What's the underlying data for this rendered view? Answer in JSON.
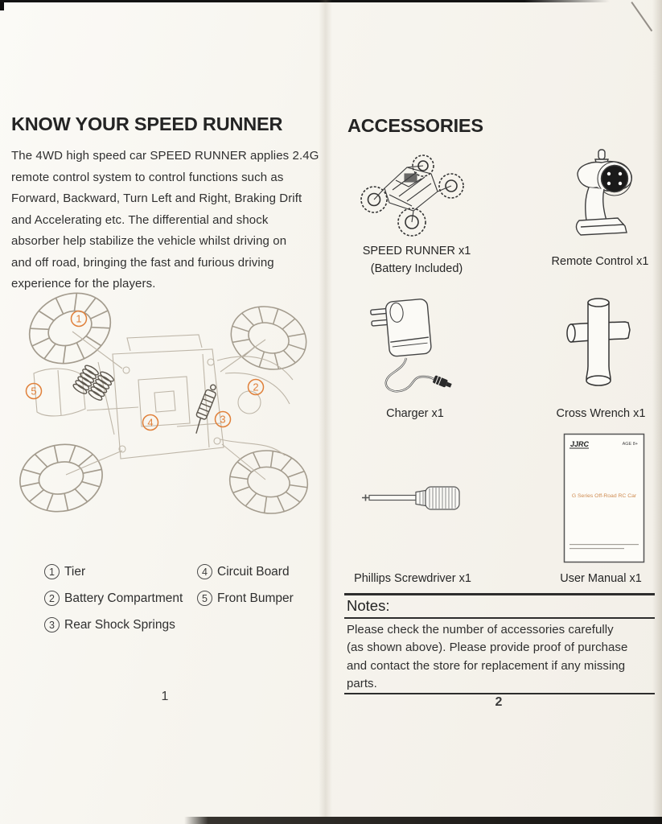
{
  "colors": {
    "accent_orange": "#e0803a",
    "paper": "#f6f4ee",
    "ink": "#2c2c2c",
    "manual_cover_title_orange": "#cf8c52"
  },
  "left_page": {
    "title": "KNOW YOUR SPEED RUNNER",
    "intro_lines": [
      "The 4WD high speed car SPEED RUNNER applies 2.4G",
      "remote control system to control functions such as",
      "Forward, Backward, Turn Left and Right, Braking Drift",
      "and Accelerating etc. The differential and shock",
      "absorber help stabilize the vehicle whilst driving on",
      "and off road, bringing the fast and furious driving",
      "experience for the players.",
      "The 4WD high speed car SPEED RUNNER applies 2.4G remote control system to control functions such as Forward, Backward, Turn Left and Right, Braking Drift and Accelerating etc. The differential and shock absorber help stabilize the vehicle whilst driving on and off road, bringing the fast and furious driving experience for the players."
    ],
    "callouts": [
      {
        "num": "1",
        "label": "Tier"
      },
      {
        "num": "2",
        "label": "Battery Compartment"
      },
      {
        "num": "3",
        "label": "Rear Shock Springs"
      },
      {
        "num": "4",
        "label": "Circuit Board"
      },
      {
        "num": "5",
        "label": "Front Bumper"
      }
    ],
    "page_number": "1"
  },
  "right_page": {
    "title": "ACCESSORIES",
    "accessories": [
      {
        "label": "SPEED RUNNER x1",
        "sublabel": "(Battery Included)"
      },
      {
        "label": "Remote Control x1"
      },
      {
        "label": "Charger x1"
      },
      {
        "label": "Cross Wrench x1"
      },
      {
        "label": "Phillips Screwdriver x1"
      },
      {
        "label": "User Manual x1"
      }
    ],
    "manual_cover": {
      "brand": "JJRC",
      "age_label": "AGE 8+",
      "title": "G Series Off-Road RC Car"
    },
    "notes": {
      "heading": "Notes:",
      "lines": [
        "Please check the number of accessories carefully",
        "(as shown above). Please provide proof of purchase",
        "and contact the store for replacement if any missing",
        "parts."
      ],
      "full_text": "Please check the number of accessories carefully (as shown above). Please provide proof of purchase and contact the store for replacement if any missing parts."
    },
    "page_number": "2"
  }
}
